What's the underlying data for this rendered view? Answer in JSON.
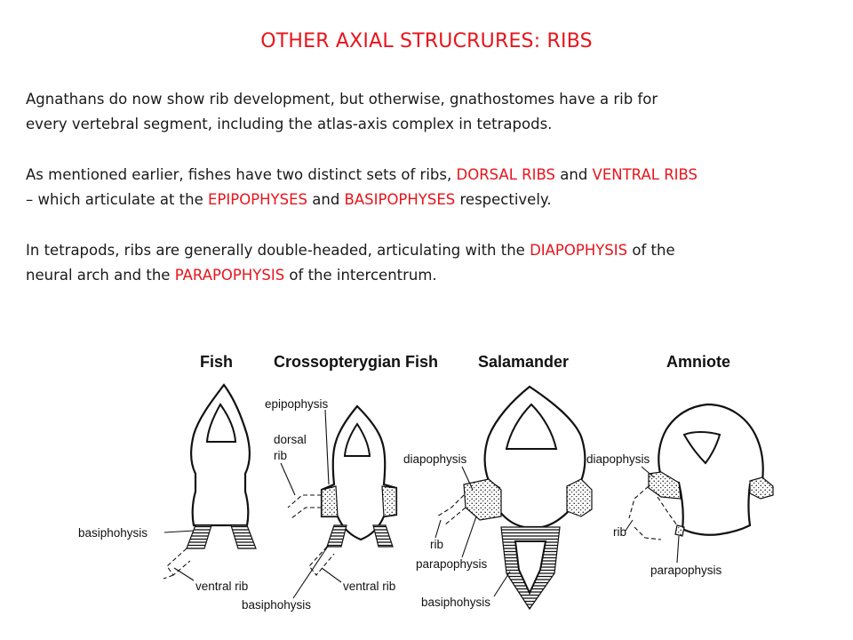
{
  "title": "OTHER AXIAL STRUCRURES:  RIBS",
  "paragraphs": [
    {
      "l1": "Agnathans do now show rib development, but otherwise, gnathostomes have a rib for",
      "l2": "every vertebral segment, including the atlas-axis complex in tetrapods."
    },
    {
      "a": "As mentioned earlier, fishes have two distinct sets of ribs, ",
      "r1": "DORSAL RIBS",
      "b": " and ",
      "r2": "VENTRAL RIBS",
      "c": "– which articulate at the ",
      "r3": "EPIPOPHYSES",
      "d": " and ",
      "r4": "BASIPOPHYSES",
      "e": " respectively."
    },
    {
      "a": "In tetrapods, ribs are generally double-headed, articulating with the ",
      "r1": "DIAPOPHYSIS",
      "b": " of the",
      "c": "neural arch and the ",
      "r2": "PARAPOPHYSIS",
      "d": " of the intercentrum."
    }
  ],
  "figure": {
    "headings": {
      "fish": "Fish",
      "crosso": "Crossopterygian Fish",
      "salamander": "Salamander",
      "amniote": "Amniote"
    },
    "labels": {
      "basiphohysis_1": "basiphohysis",
      "ventral_rib_1": "ventral rib",
      "epipophysis": "epipophysis",
      "dorsal": "dorsal",
      "rib_dorsal": "rib",
      "ventral_rib_2": "ventral rib",
      "basiphohysis_2": "basiphohysis",
      "diapophysis_1": "diapophysis",
      "rib_1": "rib",
      "parapophysis_1": "parapophysis",
      "basiphohysis_3": "basiphohysis",
      "diapophysis_2": "diapophysis",
      "rib_2": "rib",
      "parapophysis_2": "parapophysis"
    }
  }
}
